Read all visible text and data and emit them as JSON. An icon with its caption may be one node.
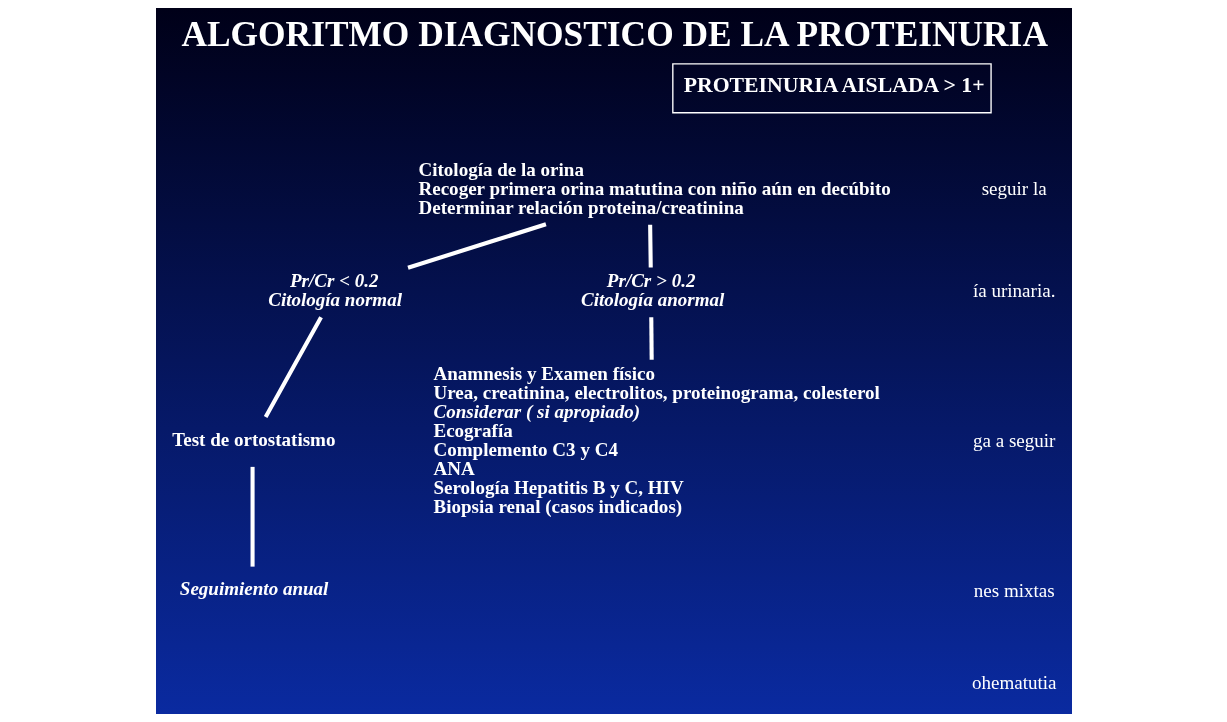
{
  "diagram": {
    "title": "ALGORITMO DIAGNOSTICO DE LA PROTEINURIA",
    "nodes": [
      {
        "text": [
          "PROTEINURIA AISLADA > 1+"
        ]
      },
      {
        "text": [
          "Citología de la orina",
          "Recoger primera orina matutina con niño aún en decúbito",
          "Determinar relación proteina/creatinina"
        ]
      },
      {
        "text": [
          "Pr/Cr < 0.2",
          "Citología normal"
        ]
      },
      {
        "text": [
          "Pr/Cr > 0.2",
          "Citología anormal"
        ]
      },
      {
        "text": [
          "Test de ortostatismo"
        ]
      },
      {
        "text": [
          "Anamnesis y Examen físico",
          "Urea, creatinina, electrolitos, proteinograma, colesterol",
          "Considerar ( si apropiado)",
          "Ecografía",
          "Complemento C3 y C4",
          "ANA",
          "Serología Hepatitis B y C, HIV",
          "Biopsia renal (casos indicados)"
        ]
      },
      {
        "text": [
          "Seguimiento anual"
        ]
      }
    ],
    "edges": [
      {
        "from": 1,
        "to": 2,
        "arrow": "none"
      },
      {
        "from": 1,
        "to": 3,
        "arrow": "none"
      },
      {
        "from": 2,
        "to": 4,
        "arrow": "none"
      },
      {
        "from": 3,
        "to": 5,
        "arrow": "none"
      },
      {
        "from": 4,
        "to": 6,
        "arrow": "none"
      }
    ],
    "labels": [
      "seguir la",
      "ía urinaria.",
      "ga a seguir",
      "nes mixtas",
      "ohematutia"
    ]
  }
}
